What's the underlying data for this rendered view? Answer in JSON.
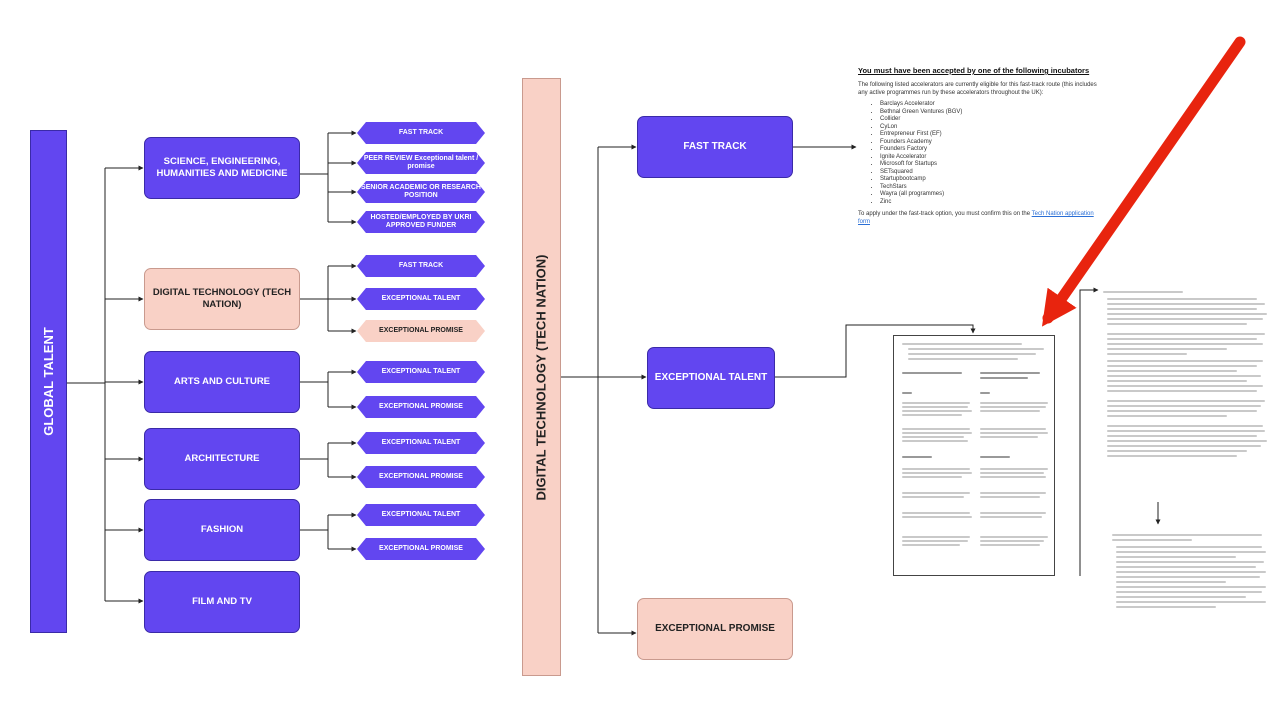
{
  "global_talent": "GLOBAL TALENT",
  "categories": [
    "SCIENCE, ENGINEERING, HUMANITIES AND MEDICINE",
    "DIGITAL TECHNOLOGY (TECH NATION)",
    "ARTS AND CULTURE",
    "ARCHITECTURE",
    "FASHION",
    "FILM AND TV"
  ],
  "routes": {
    "science": [
      "FAST TRACK",
      "PEER REVIEW Exceptional talent / promise",
      "SENIOR ACADEMIC OR RESEARCH POSITION",
      "HOSTED/EMPLOYED BY UKRI APPROVED FUNDER"
    ],
    "digital": [
      "FAST TRACK",
      "EXCEPTIONAL TALENT",
      "EXCEPTIONAL PROMISE"
    ],
    "arts": [
      "EXCEPTIONAL TALENT",
      "EXCEPTIONAL PROMISE"
    ],
    "architecture": [
      "EXCEPTIONAL TALENT",
      "EXCEPTIONAL PROMISE"
    ],
    "fashion": [
      "EXCEPTIONAL TALENT",
      "EXCEPTIONAL PROMISE"
    ]
  },
  "tech_nation": "DIGITAL TECHNOLOGY (TECH NATION)",
  "tech_routes": [
    "FAST TRACK",
    "EXCEPTIONAL TALENT",
    "EXCEPTIONAL PROMISE"
  ],
  "incubators": {
    "heading": "You must have been accepted by one of the following incubators",
    "intro": "The following listed accelerators are currently eligible for this fast-track route (this includes any active programmes run by these accelerators throughout the UK):",
    "list": [
      "Barclays Accelerator",
      "Bethnal Green Ventures (BGV)",
      "Collider",
      "CyLon",
      "Entrepreneur First (EF)",
      "Founders Academy",
      "Founders Factory",
      "Ignite Accelerator",
      "Microsoft for Startups",
      "SETsquared",
      "Startupbootcamp",
      "TechStars",
      "Wayra (all programmes)",
      "Zinc"
    ],
    "footer": "To apply under the fast-track option, you must confirm this on the",
    "link": "Tech Nation application form"
  },
  "colors": {
    "purple": "#6246f0",
    "pink": "#f9d1c6",
    "arrow": "#e8240e",
    "line": "#222222"
  }
}
